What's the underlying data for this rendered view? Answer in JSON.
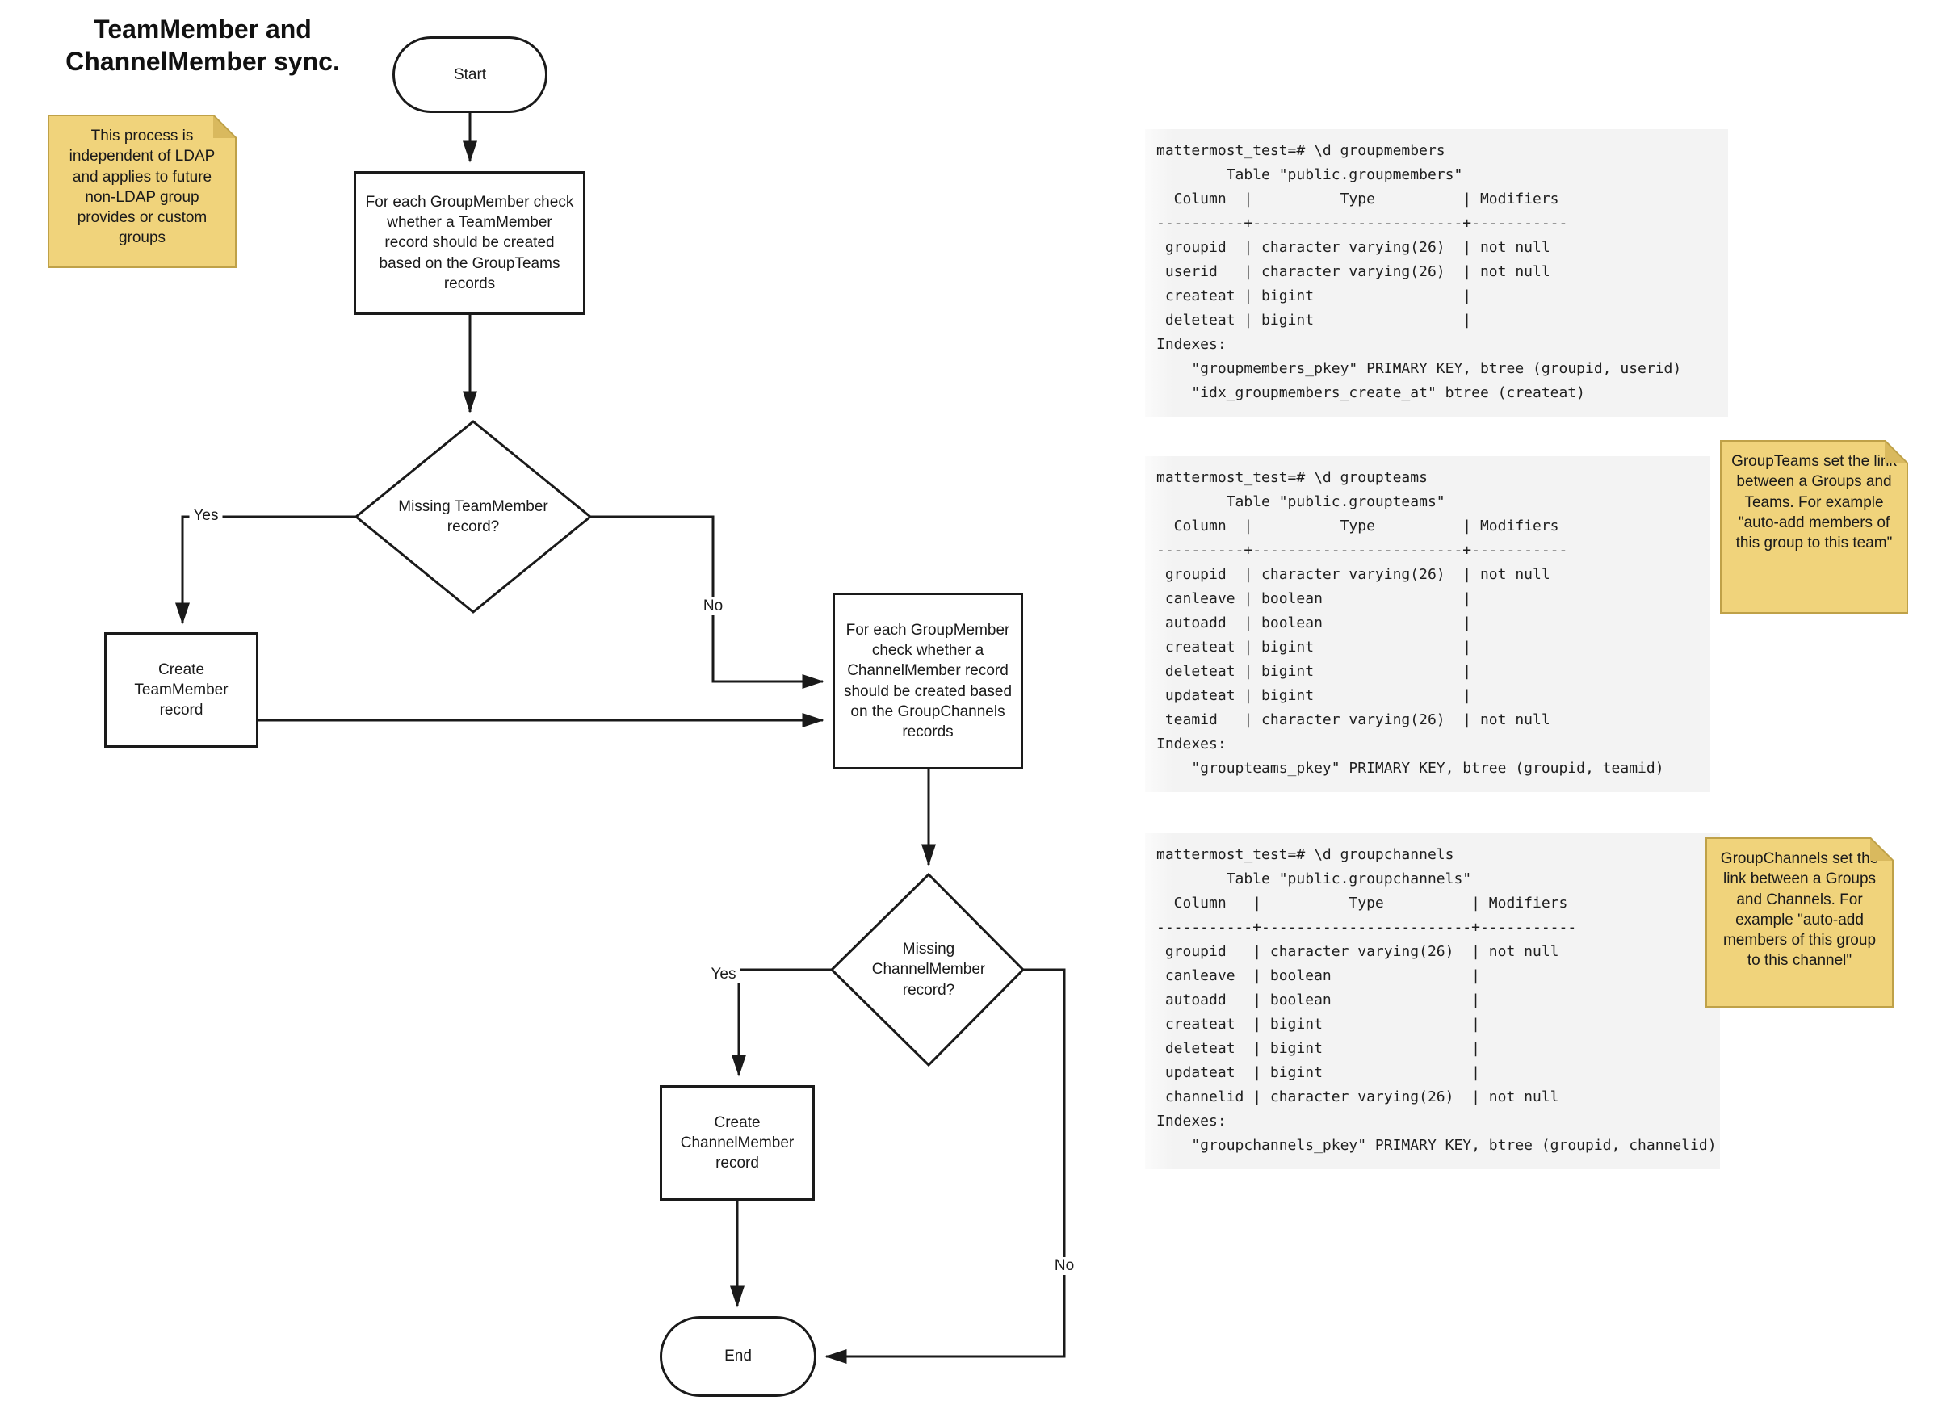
{
  "title": "TeamMember and\nChannelMember sync.",
  "colors": {
    "line_color": "#1a1a1a",
    "sticky_fill": "#f0d37b",
    "sticky_border": "#bfa148",
    "sticky_fold": "#d9b95e",
    "code_bg": "#f3f3f3",
    "code_text": "#1f1f1f"
  },
  "flowchart": {
    "start_label": "Start",
    "process_group_teams": "For each GroupMember check whether a TeamMember record should be created based on the GroupTeams records",
    "decision_team": "Missing TeamMember record?",
    "create_team": "Create TeamMember record",
    "process_group_channels": "For each GroupMember check whether a ChannelMember record should be created based on the GroupChannels records",
    "decision_channel": "Missing ChannelMember record?",
    "create_channel": "Create ChannelMember record",
    "end_label": "End",
    "labels": {
      "yes_team": "Yes",
      "no_team": "No",
      "yes_channel": "Yes",
      "no_channel": "No"
    }
  },
  "sticky_notes": [
    {
      "text": "This process is independent of LDAP and applies to future non-LDAP group provides or custom groups"
    },
    {
      "text": "GroupTeams set the link between a Groups and Teams. For example \"auto-add members of this group to this team\""
    },
    {
      "text": "GroupChannels set the link between a Groups and Channels. For example \"auto-add members of this group to this channel\""
    }
  ],
  "code_blocks": [
    {
      "name": "groupmembers",
      "lines": [
        "mattermost_test=# \\d groupmembers",
        "        Table \"public.groupmembers\"",
        "  Column  |          Type          | Modifiers",
        "----------+------------------------+-----------",
        " groupid  | character varying(26)  | not null",
        " userid   | character varying(26)  | not null",
        " createat | bigint                 |",
        " deleteat | bigint                 |",
        "Indexes:",
        "    \"groupmembers_pkey\" PRIMARY KEY, btree (groupid, userid)",
        "    \"idx_groupmembers_create_at\" btree (createat)"
      ]
    },
    {
      "name": "groupteams",
      "lines": [
        "mattermost_test=# \\d groupteams",
        "        Table \"public.groupteams\"",
        "  Column  |          Type          | Modifiers",
        "----------+------------------------+-----------",
        " groupid  | character varying(26)  | not null",
        " canleave | boolean                |",
        " autoadd  | boolean                |",
        " createat | bigint                 |",
        " deleteat | bigint                 |",
        " updateat | bigint                 |",
        " teamid   | character varying(26)  | not null",
        "Indexes:",
        "    \"groupteams_pkey\" PRIMARY KEY, btree (groupid, teamid)"
      ]
    },
    {
      "name": "groupchannels",
      "lines": [
        "mattermost_test=# \\d groupchannels",
        "        Table \"public.groupchannels\"",
        "  Column   |          Type          | Modifiers",
        "-----------+------------------------+-----------",
        " groupid   | character varying(26)  | not null",
        " canleave  | boolean                |",
        " autoadd   | boolean                |",
        " createat  | bigint                 |",
        " deleteat  | bigint                 |",
        " updateat  | bigint                 |",
        " channelid | character varying(26)  | not null",
        "Indexes:",
        "    \"groupchannels_pkey\" PRIMARY KEY, btree (groupid, channelid)"
      ]
    }
  ]
}
